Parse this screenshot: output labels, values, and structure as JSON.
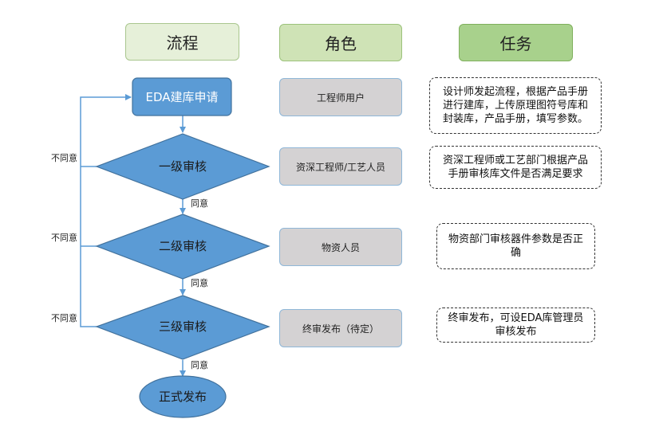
{
  "headers": {
    "process": "流程",
    "role": "角色",
    "task": "任务"
  },
  "flow": {
    "start": "EDA建库申请",
    "level1": "一级审核",
    "level2": "二级审核",
    "level3": "三级审核",
    "end": "正式发布"
  },
  "labels": {
    "agree": "同意",
    "disagree": "不同意"
  },
  "roles": [
    "工程师用户",
    "资深工程师/工艺人员",
    "物资人员",
    "终审发布（待定）"
  ],
  "tasks": [
    "设计师发起流程，根据产品手册进行建库，上传原理图符号库和封装库，产品手册，填写参数。",
    "资深工程师或工艺部门根据产品手册审核库文件是否满足要求",
    "物资部门审核器件参数是否正确",
    "终审发布，可设EDA库管理员审核发布"
  ],
  "colors": {
    "shape_fill": "#5b9bd5",
    "shape_stroke": "#41719c",
    "arrow": "#5b9bd5"
  }
}
